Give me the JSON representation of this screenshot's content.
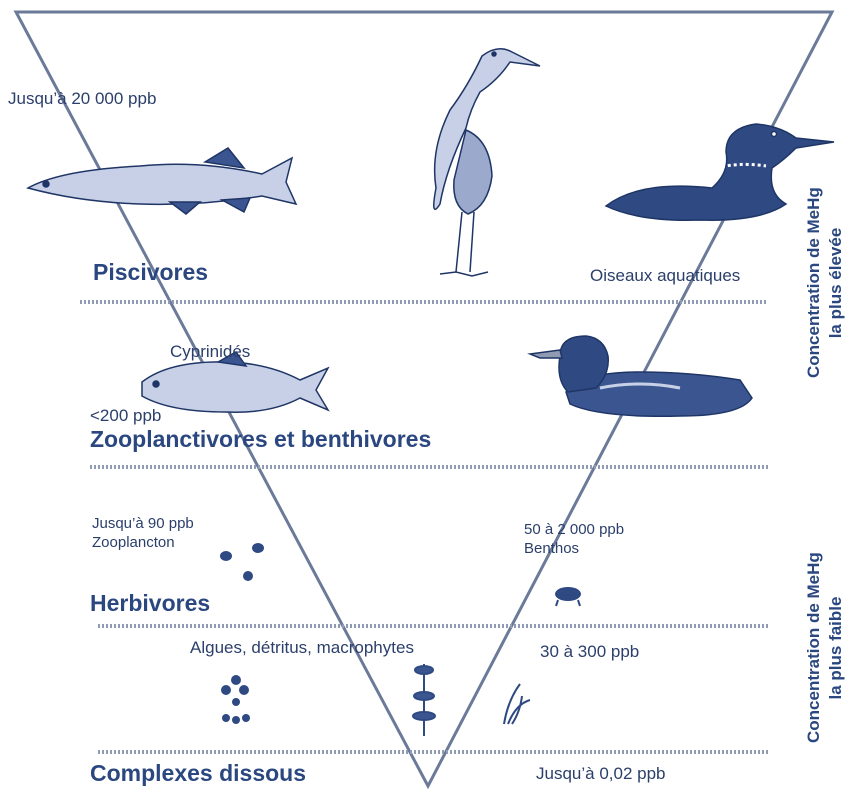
{
  "levels": {
    "piscivores": "Piscivores",
    "zooplanctivores": "Zooplanctivores et benthivores",
    "herbivores": "Herbivores",
    "complexes": "Complexes dissous"
  },
  "notes": {
    "jusqua_20000": "Jusqu’à 20 000 ppb",
    "oiseaux": "Oiseaux aquatiques",
    "cyprinides": "Cyprinidés",
    "lt200": "<200 ppb",
    "jusqua_90": "Jusqu’à 90 ppb",
    "zooplancton": "Zooplancton",
    "range_50_2000": "50 à 2 000 ppb",
    "benthos": "Benthos",
    "algues": "Algues, détritus, macrophytes",
    "range_30_300": "30 à 300 ppb",
    "jusqua_002": "Jusqu’à 0,02 ppb"
  },
  "side": {
    "high_line1": "Concentration de MeHg",
    "high_line2": "la plus élevée",
    "low_line1": "Concentration de MeHg",
    "low_line2": "la plus faible"
  },
  "colors": {
    "ink": "#2b3f6b",
    "accent": "#2b4780",
    "line": "#6b7a99"
  },
  "icons": [
    "pike-icon",
    "heron-icon",
    "loon-icon",
    "cyprinid-fish-icon",
    "duck-icon",
    "zooplankton-icon",
    "benthos-icon",
    "algae-icon",
    "macrophyte-icon",
    "detritus-icon"
  ]
}
